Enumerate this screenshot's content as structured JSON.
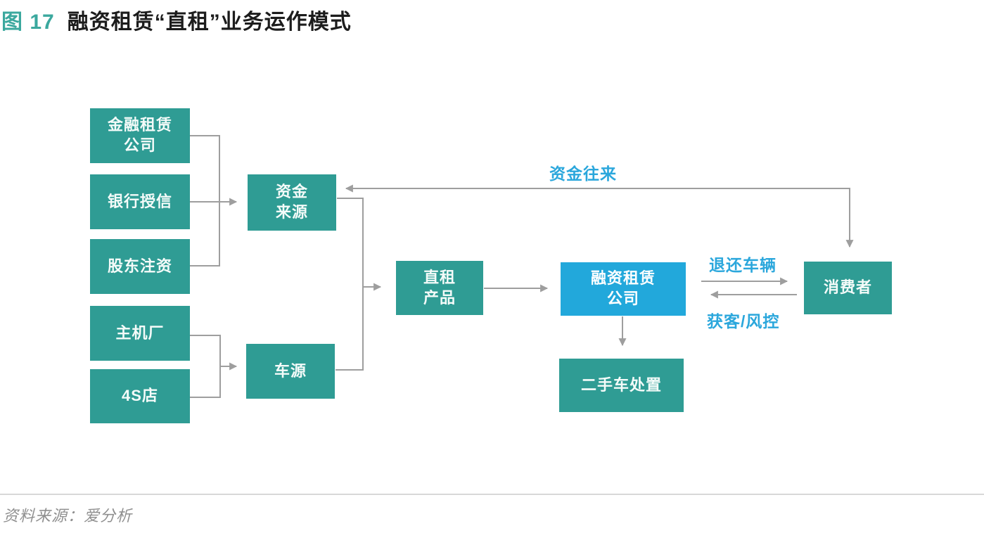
{
  "title": {
    "figure_label": "图 17",
    "text": "融资租赁“直租”业务运作模式"
  },
  "diagram": {
    "boxes": [
      {
        "id": "financial-leasing-company-source",
        "label": "金融租赁\n公司"
      },
      {
        "id": "bank-credit",
        "label": "银行授信"
      },
      {
        "id": "shareholder-investment",
        "label": "股东注资"
      },
      {
        "id": "oem",
        "label": "主机厂"
      },
      {
        "id": "4s-store",
        "label": "4S店"
      },
      {
        "id": "funding-source",
        "label": "资金\n来源"
      },
      {
        "id": "car-source",
        "label": "车源"
      },
      {
        "id": "direct-lease-product",
        "label": "直租\n产品"
      },
      {
        "id": "finance-lease-company",
        "label": "融资租赁\n公司"
      },
      {
        "id": "consumer",
        "label": "消费者"
      },
      {
        "id": "used-car-disposal",
        "label": "二手车处置"
      }
    ],
    "edge_labels": {
      "funds_flow": "资金往来",
      "return_vehicle": "退还车辆",
      "customer_risk": "获客/风控"
    }
  },
  "footer": {
    "source": "资料来源：爱分析"
  },
  "colors": {
    "teal_box": "#2F9C94",
    "blue_box": "#22A8DB",
    "blue_label": "#2BA7DC",
    "title_accent": "#3BA89E",
    "connector_gray": "#9E9E9E",
    "divider_gray": "#D8D8D8",
    "source_text": "#8F8F8F"
  }
}
